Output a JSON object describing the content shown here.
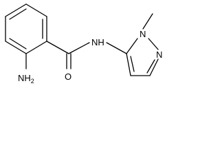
{
  "molecule": {
    "atoms": {
      "amino_group": "NH",
      "amino_group_subscript": "2",
      "carbonyl_oxygen": "O",
      "amide_nitrogen": "NH",
      "pyrazole_n1": "N",
      "pyrazole_n2": "N"
    }
  }
}
